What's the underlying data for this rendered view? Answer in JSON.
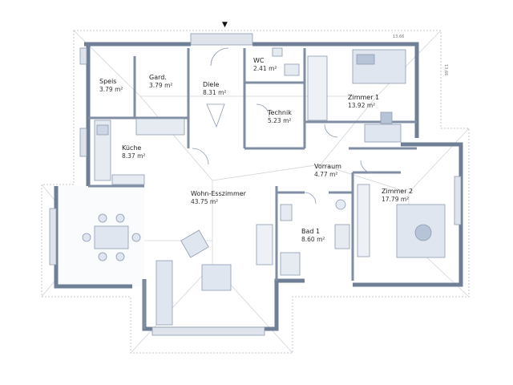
{
  "plan": {
    "entrance_marker": "▼",
    "dimension_label_top": "13,66",
    "dimension_label_right": "13,66",
    "colors": {
      "wall": "#6f7f95",
      "wall_light": "#a9b4c4",
      "roof_line": "#b9bfc8",
      "furniture": "#9fb0c8",
      "text": "#222222"
    },
    "rooms": [
      {
        "id": "speis",
        "name": "Speis",
        "area": "3.79 m²"
      },
      {
        "id": "gard",
        "name": "Gard.",
        "area": "3.79 m²"
      },
      {
        "id": "diele",
        "name": "Diele",
        "area": "8.31 m²"
      },
      {
        "id": "wc",
        "name": "WC",
        "area": "2.41 m²"
      },
      {
        "id": "technik",
        "name": "Technik",
        "area": "5.23 m²"
      },
      {
        "id": "zimmer1",
        "name": "Zimmer 1",
        "area": "13.92 m²"
      },
      {
        "id": "kueche",
        "name": "Küche",
        "area": "8.37 m²"
      },
      {
        "id": "vorraum",
        "name": "Vorraum",
        "area": "4.77 m²"
      },
      {
        "id": "zimmer2",
        "name": "Zimmer 2",
        "area": "17.79 m²"
      },
      {
        "id": "wohnen",
        "name": "Wohn-Esszimmer",
        "area": "43.75 m²"
      },
      {
        "id": "bad1",
        "name": "Bad 1",
        "area": "8.60 m²"
      }
    ]
  }
}
